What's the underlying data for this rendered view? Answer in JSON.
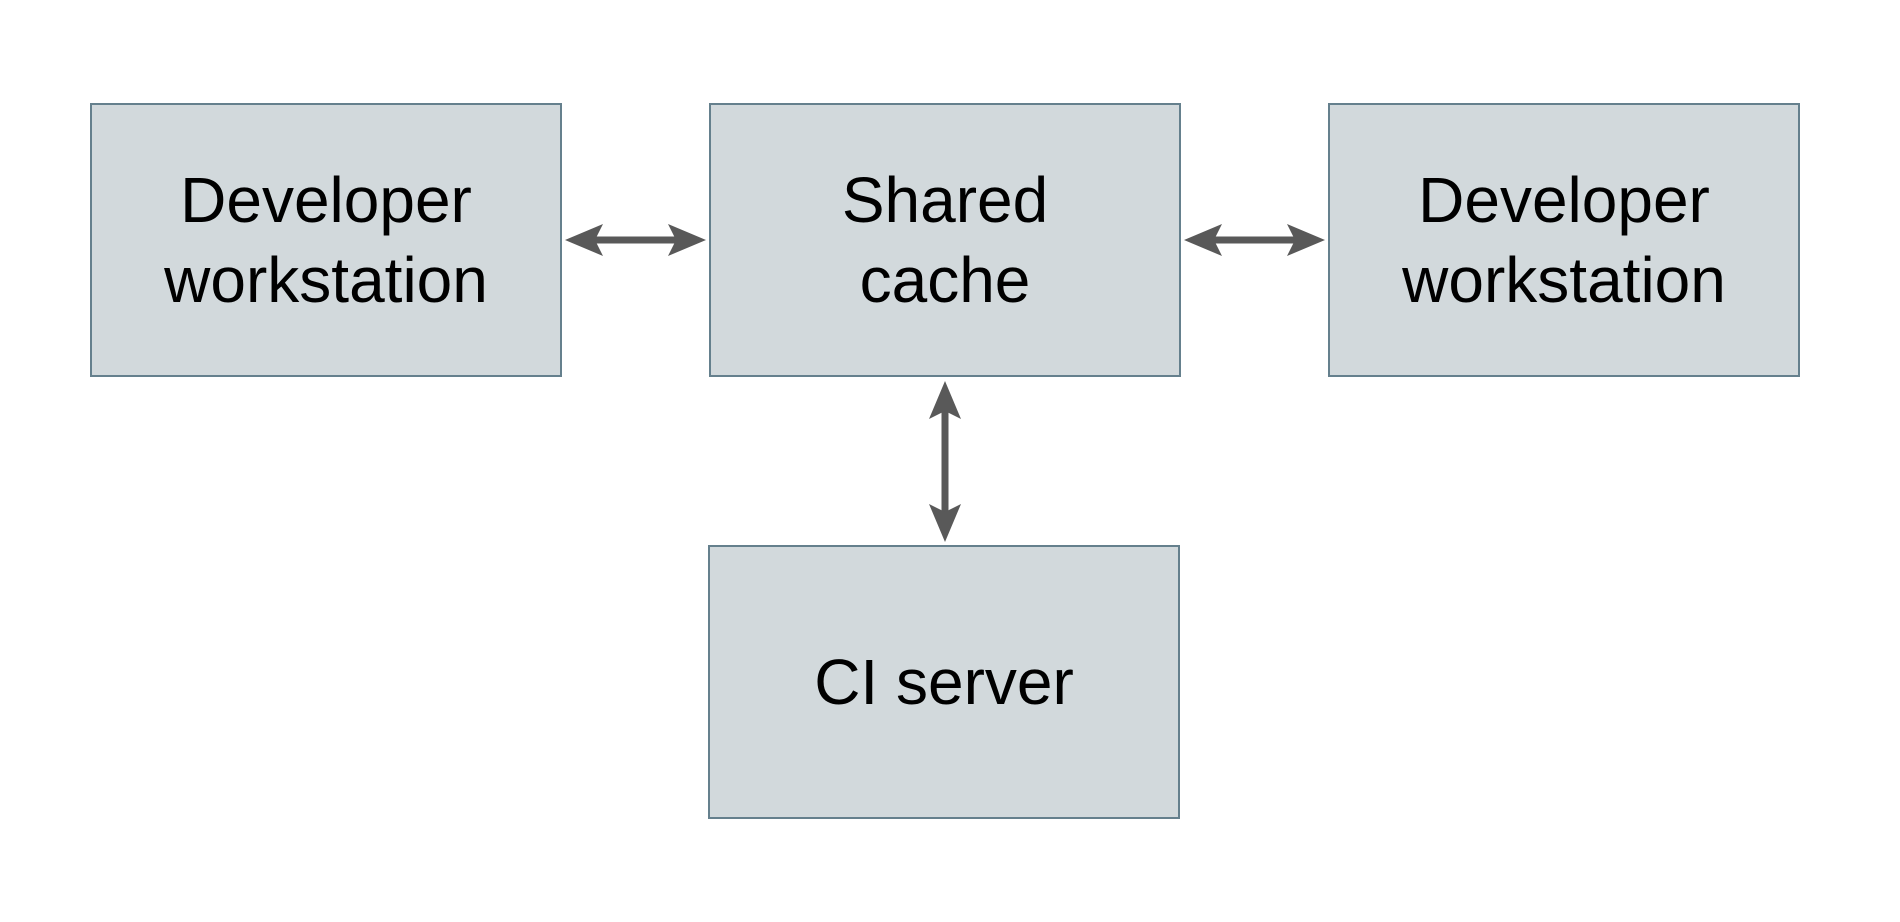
{
  "diagram": {
    "type": "architecture-diagram",
    "nodes": {
      "dev_left": {
        "label": "Developer\nworkstation"
      },
      "shared_cache": {
        "label": "Shared\ncache"
      },
      "dev_right": {
        "label": "Developer\nworkstation"
      },
      "ci_server": {
        "label": "CI server"
      }
    },
    "edges": [
      {
        "from": "dev_left",
        "to": "shared_cache",
        "direction": "bidirectional"
      },
      {
        "from": "shared_cache",
        "to": "dev_right",
        "direction": "bidirectional"
      },
      {
        "from": "shared_cache",
        "to": "ci_server",
        "direction": "bidirectional"
      }
    ]
  },
  "colors": {
    "background": "#ffffff",
    "node_fill": "#d2d9dc",
    "node_border": "#65808d",
    "arrow": "#595959",
    "text": "#000000"
  }
}
